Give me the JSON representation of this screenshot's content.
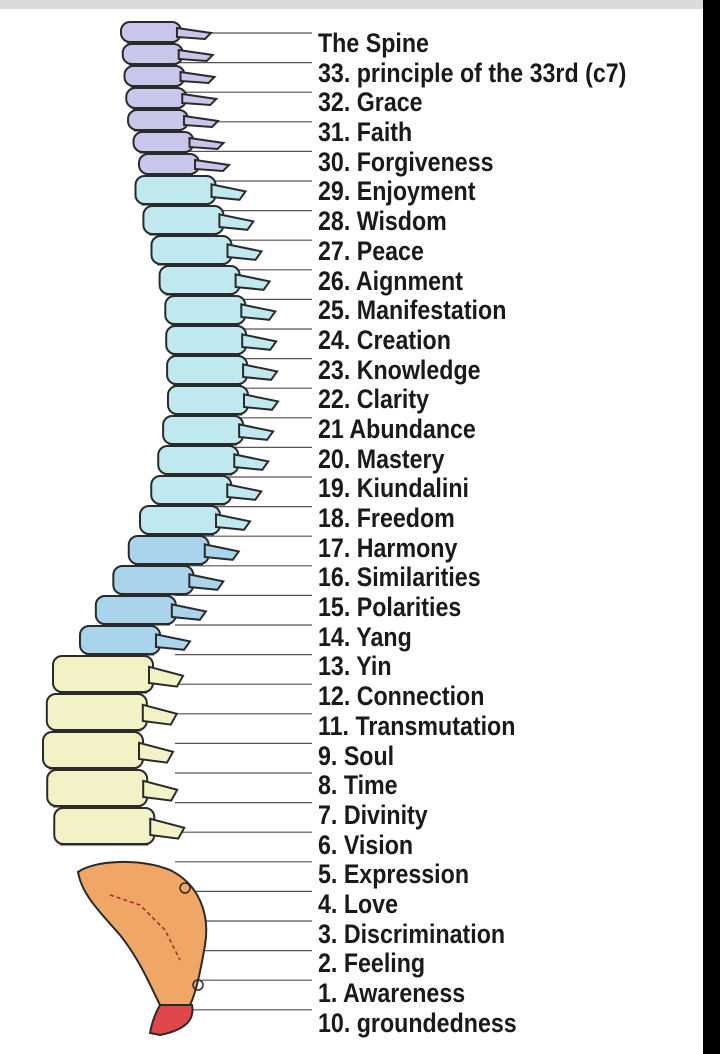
{
  "title": "The Spine",
  "labels": [
    "33. principle of the 33rd (c7)",
    "32. Grace",
    "31. Faith",
    "30. Forgiveness",
    "29. Enjoyment",
    "28. Wisdom",
    "27. Peace",
    "26. Aignment",
    "25. Manifestation",
    "24. Creation",
    "23. Knowledge",
    "22. Clarity",
    "21 Abundance",
    "20. Mastery",
    "19. Kiundalini",
    "18. Freedom",
    "17. Harmony",
    "16. Similarities",
    "15. Polarities",
    "14. Yang",
    "13. Yin",
    "12. Connection",
    "11. Transmutation",
    "9. Soul",
    "8. Time",
    "7. Divinity",
    "6. Vision",
    "5. Expression",
    "4. Love",
    "3. Discrimination",
    "2. Feeling",
    "1. Awareness",
    "10. groundedness"
  ],
  "colors": {
    "cervical": "#c9c6ec",
    "thoracic": "#bfe8ef",
    "thoracic_lower": "#a9d4ec",
    "lumbar": "#f3f2c6",
    "sacrum": "#f0a765",
    "coccyx": "#e0464a",
    "outline": "#2a2a2a",
    "leader": "#555555"
  }
}
